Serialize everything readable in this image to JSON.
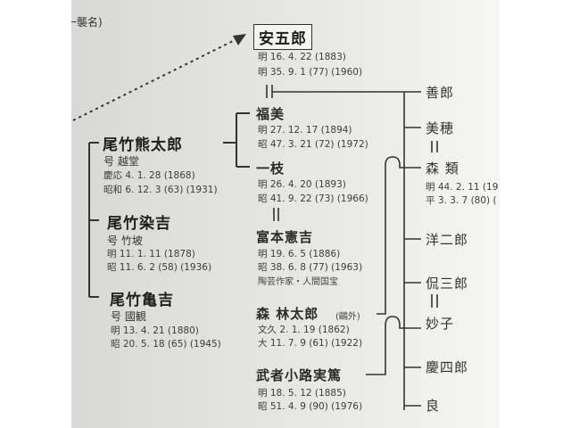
{
  "header_fragment": "一襲名)",
  "yasugoro": {
    "name": "安五郎",
    "birth": "明 16. 4. 22 (1883)",
    "death": "明 35. 9. 1 (77) (1960)"
  },
  "kumataro": {
    "name": "尾竹熊太郎",
    "go": "号 越堂",
    "birth": "慶応 4. 1. 28 (1868)",
    "death": "昭和 6. 12. 3 (63) (1931)"
  },
  "somekichi": {
    "name": "尾竹染吉",
    "go": "号 竹坡",
    "birth": "明 11. 1. 11 (1878)",
    "death": "昭 11. 6. 2 (58) (1936)"
  },
  "kamekichi": {
    "name": "尾竹亀吉",
    "go": "号 國観",
    "birth": "明 13. 4. 21 (1880)",
    "death": "昭 20. 5. 18 (65) (1945)"
  },
  "fukumi": {
    "name": "福美",
    "birth": "明 27. 12. 17 (1894)",
    "death": "昭 47. 3. 21 (72) (1972)"
  },
  "kazue": {
    "name": "一枝",
    "birth": "明 26. 4. 20 (1893)",
    "death": "昭 41. 9. 22 (73) (1966)"
  },
  "tomimoto": {
    "name": "富本憲吉",
    "birth": "明 19. 6. 5 (1886)",
    "death": "昭 38. 6. 8 (77) (1963)",
    "note": "陶芸作家・人間国宝"
  },
  "mori": {
    "name": "森 林太郎",
    "note": "(鷗外)",
    "birth": "文久 2. 1. 19 (1862)",
    "death": "大 11. 7. 9 (61) (1922)"
  },
  "mushanokoji": {
    "name": "武者小路実篤",
    "birth": "明 18. 5. 12 (1885)",
    "death": "昭 51. 4. 9 (90) (1976)"
  },
  "children": {
    "zenro": "善郎",
    "miho": "美穂",
    "mori_rui": {
      "name": "森 類",
      "birth": "明 44. 2. 11 (19",
      "death": "平 3. 3. 7 (80) ("
    },
    "yojiro": "洋二郎",
    "kosaburo": "侃三郎",
    "taeko": "妙子",
    "keishiro": "慶四郎",
    "ryo": "良"
  }
}
